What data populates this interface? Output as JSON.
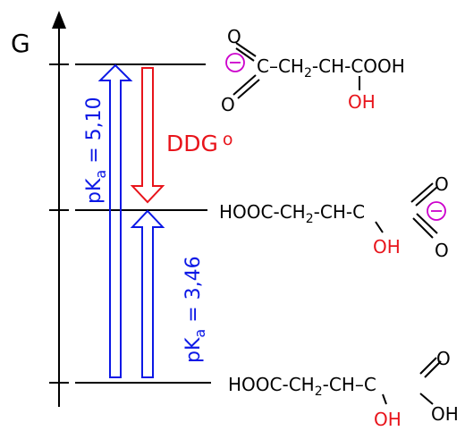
{
  "axis": {
    "label": "G"
  },
  "levels": [
    {
      "id": "monoanion-alpha",
      "chain_left": "C–CH",
      "chain_sub": "2",
      "chain_right": "-CH-COOH",
      "substituent": "OH",
      "carboxylate": {
        "o_top": "O",
        "o_bottom": "O",
        "charge": "⊖"
      }
    },
    {
      "id": "monoanion-beta",
      "chain_left": "HOOC-CH",
      "chain_sub": "2",
      "chain_right": "-CH-C",
      "substituent": "OH",
      "carboxylate": {
        "o_top": "O",
        "o_bottom": "O",
        "charge": "⊖"
      }
    },
    {
      "id": "neutral-acid",
      "chain_left": "HOOC-CH",
      "chain_sub": "2",
      "chain_right": "-CH–C",
      "substituent": "OH",
      "acid_group": {
        "o_top": "O",
        "oh": "OH"
      }
    }
  ],
  "arrows": {
    "pka1": {
      "p": "pK",
      "sub": "a",
      "value": " = 5,10",
      "color": "#0b18e6"
    },
    "pka2": {
      "p": "pK",
      "sub": "a",
      "value": " = 3,46",
      "color": "#0b18e6"
    },
    "ddg": {
      "label": "DDG",
      "degree": "o",
      "color": "#e8141b"
    }
  },
  "colors": {
    "blue": "#0b18e6",
    "red": "#e8141b",
    "pink": "#cc00cc",
    "black": "#000000"
  }
}
